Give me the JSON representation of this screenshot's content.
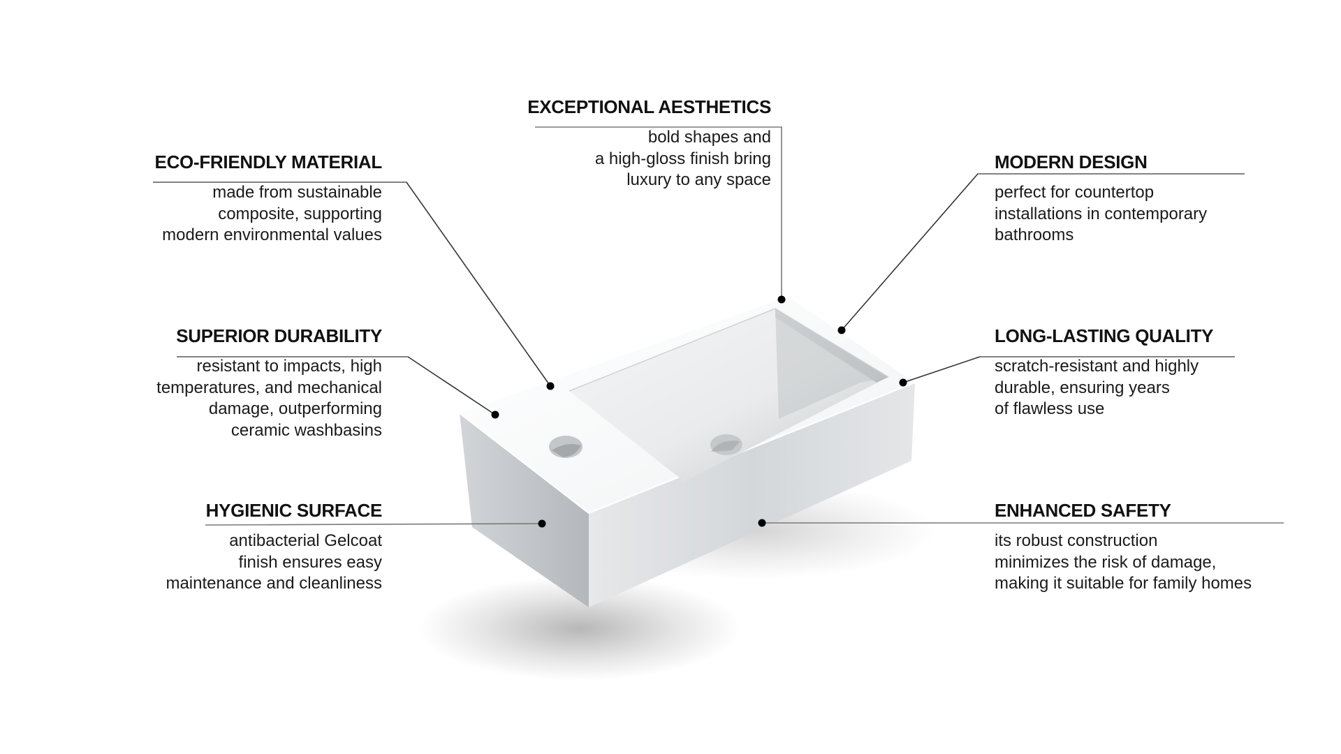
{
  "diagram": {
    "subject": "Rectangular white countertop washbasin",
    "colors": {
      "background": "#ffffff",
      "text": "#111111",
      "leader_line": "#7a7a7a",
      "marker_dot": "#000000",
      "sink_top": "#f7f8f9",
      "sink_side_left": "#b9bcc0",
      "sink_side_front": "#dcdfe2",
      "basin_inner": "#c9cbcd"
    },
    "callouts": [
      {
        "id": "exceptional-aesthetics",
        "title": "EXCEPTIONAL AESTHETICS",
        "lines": [
          "bold shapes and",
          "a high-gloss finish bring",
          "luxury to any space"
        ],
        "side": "top-center"
      },
      {
        "id": "eco-friendly-material",
        "title": "ECO-FRIENDLY MATERIAL",
        "lines": [
          "made from sustainable",
          "composite, supporting",
          "modern environmental values"
        ],
        "side": "left"
      },
      {
        "id": "modern-design",
        "title": "MODERN DESIGN",
        "lines": [
          "perfect for countertop",
          "installations in contemporary",
          "bathrooms"
        ],
        "side": "right"
      },
      {
        "id": "superior-durability",
        "title": "SUPERIOR DURABILITY",
        "lines": [
          "resistant to impacts, high",
          "temperatures, and mechanical",
          "damage, outperforming",
          "ceramic washbasins"
        ],
        "side": "left"
      },
      {
        "id": "long-lasting-quality",
        "title": "LONG-LASTING QUALITY",
        "lines": [
          "scratch-resistant and highly",
          "durable, ensuring years",
          "of flawless use"
        ],
        "side": "right"
      },
      {
        "id": "hygienic-surface",
        "title": "HYGIENIC SURFACE",
        "lines": [
          "antibacterial Gelcoat",
          "finish ensures easy",
          "maintenance and cleanliness"
        ],
        "side": "left"
      },
      {
        "id": "enhanced-safety",
        "title": "ENHANCED SAFETY",
        "lines": [
          "its robust construction",
          "minimizes the risk of damage,",
          "making it suitable for family homes"
        ],
        "side": "right"
      }
    ]
  }
}
